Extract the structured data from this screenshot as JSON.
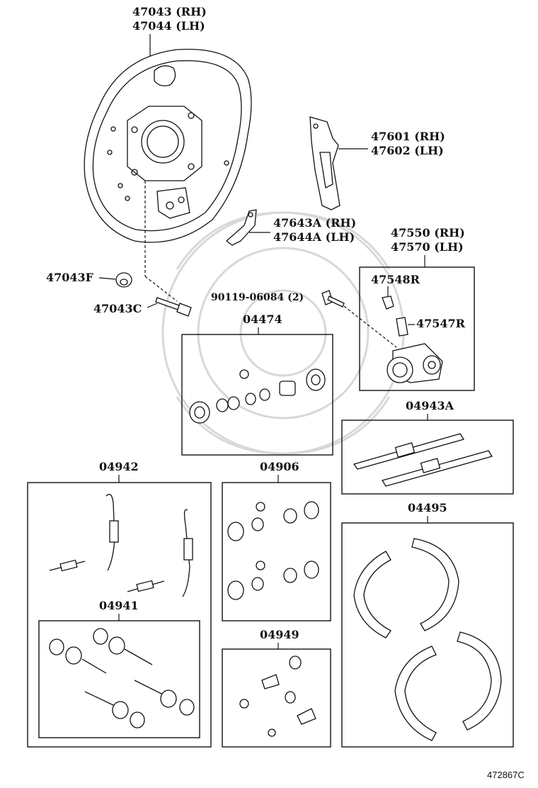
{
  "diagram_id": "472867C",
  "parts": {
    "backing_plate": {
      "rh": "47043 (RH)",
      "lh": "47044 (LH)"
    },
    "lever": {
      "rh": "47601 (RH)",
      "lh": "47602 (LH)"
    },
    "strut": {
      "rh": "47643A (RH)",
      "lh": "47644A (LH)"
    },
    "wheel_cylinder": {
      "rh": "47550 (RH)",
      "lh": "47570 (LH)"
    },
    "bleeder_cap": "47548R",
    "bleeder_plug": "47547R",
    "bolt": "90119-06084 (2)",
    "nut": "47043F",
    "stud": "47043C"
  },
  "kits": {
    "cylinder_kit": "04474",
    "adjuster_kit": "04943A",
    "spring_kit": "04942",
    "cup_kit": "04906",
    "shoe_set": "04495",
    "hold_down_kit": "04941",
    "boot_kit": "04949"
  }
}
